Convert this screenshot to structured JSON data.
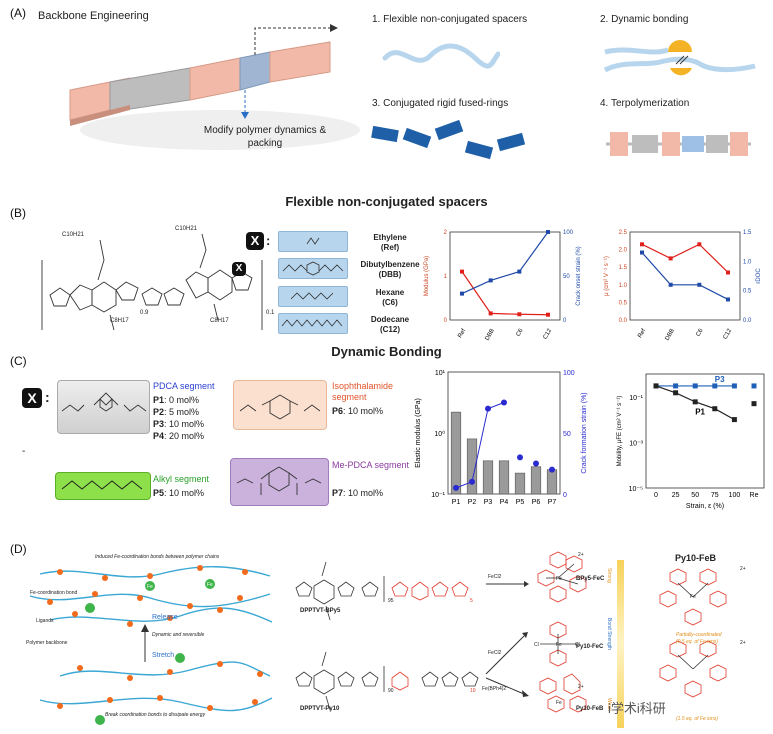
{
  "panelA": {
    "label": "(A)",
    "title": "Backbone Engineering",
    "modify_text": "Modify polymer dynamics & packing",
    "items": [
      "1. Flexible non-conjugated spacers",
      "2. Dynamic bonding",
      "3. Conjugated rigid fused-rings",
      "4. Terpolymerization"
    ]
  },
  "panelB": {
    "label": "(B)",
    "title": "Flexible non-conjugated spacers",
    "x_badge": "X",
    "x_colon": ":",
    "subscript_09": "0.9",
    "subscript_01": "0.1",
    "spacers": [
      {
        "name": "Ethylene",
        "abbr": "(Ref)"
      },
      {
        "name": "Dibutylbenzene",
        "abbr": "(DBB)"
      },
      {
        "name": "Hexane",
        "abbr": "(C6)"
      },
      {
        "name": "Dodecane",
        "abbr": "(C12)"
      }
    ],
    "chain_label_top": "C10H21",
    "chain_label_side": "C8H17"
  },
  "panelC": {
    "label": "(C)",
    "title": "Dynamic Bonding",
    "x_badge": "X",
    "x_colon": ":",
    "dash": "-",
    "pdca_title": "PDCA segment",
    "pdca_rows": [
      {
        "p": "P1",
        "v": ": 0 mol%"
      },
      {
        "p": "P2",
        "v": ": 5 mol%"
      },
      {
        "p": "P3",
        "v": ": 10 mol%"
      },
      {
        "p": "P4",
        "v": ": 20 mol%"
      }
    ],
    "alkyl_title": "Alkyl segment",
    "alkyl_row": {
      "p": "P5",
      "v": ": 10 mol%"
    },
    "iso_title": "Isophthalamide segment",
    "iso_row": {
      "p": "P6",
      "v": ": 10 mol%"
    },
    "mepdca_title": "Me-PDCA segment",
    "mepdca_row": {
      "p": "P7",
      "v": ": 10 mol%"
    }
  },
  "panelD": {
    "label": "(D)",
    "left_top_caption": "Induced Fe-coordination bonds between polymer chains",
    "fe_bond": "Fe-coordination bond",
    "ligands": "Ligands",
    "backbone": "Polymer backbone",
    "release": "Release",
    "dynamic": "Dynamic and reversible",
    "stretch": "Stretch",
    "bottom_caption": "Break coordination bonds to dissipate energy",
    "fe": "Fe",
    "poly1": "DPPTVT-BPy5",
    "poly2": "DPPTVT-Py10",
    "sub95": "95",
    "sub5": "5",
    "sub90": "90",
    "sub10": "10",
    "fecl2_top": "FeCl2",
    "fecl2_mid": "FeCl2",
    "febph": "Fe(BPh4)2",
    "c1": "BPy5-FeC",
    "c2": "Py10-FeC",
    "c3": "Py10-FeB",
    "charge": "2+",
    "cl": "Cl",
    "strong": "Strong",
    "bond_strength": "Bond Strength",
    "weak": "Weak",
    "feb_title": "Py10-FeB",
    "partial": "Partially-coordinated",
    "partial2": "(0.5 eq. of Fe ions)",
    "partial3": "(1.5 eq. of Fe ions)",
    "watermark": "i学术i科研"
  },
  "charts": {
    "B1_y_left": "Modulus (GPa)",
    "B1_y_right": "Crack onset strain (%)",
    "B2_y_left": "μ (cm² V⁻¹ s⁻¹)",
    "B2_y_right": "rDOC",
    "C1_y_left": "Elastic modulus (GPa)",
    "C1_y_right": "Crack formation strain (%)",
    "C2_y_left": "Mobility, μFE (cm² V⁻¹ s⁻¹)",
    "C2_x": "Strain, ε (%)",
    "C2_p3": "P3",
    "C2_p1": "P1"
  },
  "chart_data": [
    {
      "type": "line",
      "categories": [
        "Ref",
        "DBB",
        "C6",
        "C12"
      ],
      "series": [
        {
          "axis": "left",
          "color": "#e0201b",
          "values": [
            1.1,
            0.15,
            0.13,
            0.12
          ]
        },
        {
          "axis": "right",
          "color": "#1f4aa8",
          "values": [
            30,
            45,
            55,
            100
          ]
        }
      ],
      "ylim_left": [
        0,
        2.0
      ],
      "yticks_left": [
        "0",
        "1",
        "2"
      ],
      "ylim_right": [
        0,
        100
      ],
      "yticks_right": [
        "0",
        "50",
        "100"
      ],
      "ylabel": "Modulus (GPa)",
      "ylabel_right": "Crack onset strain (%)"
    },
    {
      "type": "line",
      "categories": [
        "Ref",
        "DBB",
        "C6",
        "C12"
      ],
      "series": [
        {
          "axis": "left",
          "color": "#e0201b",
          "values": [
            2.15,
            1.75,
            2.15,
            1.35
          ]
        },
        {
          "axis": "right",
          "color": "#1f4aa8",
          "values": [
            1.15,
            0.6,
            0.6,
            0.35
          ]
        }
      ],
      "ylim_left": [
        0,
        2.5
      ],
      "yticks_left": [
        "0.0",
        "0.5",
        "1.0",
        "1.5",
        "2.0",
        "2.5"
      ],
      "ylim_right": [
        0,
        1.5
      ],
      "yticks_right": [
        "0.0",
        "0.5",
        "1.0",
        "1.5"
      ],
      "ylabel": "μ (cm² V⁻¹ s⁻¹)",
      "ylabel_right": "rDOC"
    },
    {
      "type": "bar",
      "categories": [
        "P1",
        "P2",
        "P3",
        "P4",
        "P5",
        "P6",
        "P7"
      ],
      "values": [
        2.2,
        0.8,
        0.35,
        0.35,
        0.22,
        0.28,
        0.25
      ],
      "right_series": [
        5,
        10,
        70,
        75,
        30,
        25,
        20
      ],
      "ylim_log": [
        0.1,
        10
      ],
      "yticks_left": [
        "10⁰",
        "10¹",
        "10⁻¹"
      ],
      "ylim_right": [
        0,
        100
      ],
      "yticks_right": [
        "0",
        "50",
        "100"
      ],
      "ylabel": "Elastic modulus (GPa)",
      "ylabel_right": "Crack formation strain (%)"
    },
    {
      "type": "line",
      "x_categories": [
        "0",
        "25",
        "50",
        "75",
        "100",
        "Re"
      ],
      "series": [
        {
          "name": "P3",
          "color": "#1f5fb8",
          "values": [
            0.3,
            0.3,
            0.3,
            0.3,
            0.3,
            0.3
          ]
        },
        {
          "name": "P1",
          "color": "#222",
          "values": [
            0.3,
            0.15,
            0.06,
            0.03,
            0.01,
            0.05
          ]
        }
      ],
      "ylim_log": [
        1e-05,
        1
      ],
      "yticks": [
        "10⁻¹",
        "10⁻³",
        "10⁻⁵"
      ],
      "xlabel": "Strain, ε (%)",
      "ylabel": "Mobility, μFE (cm² V⁻¹ s⁻¹)"
    }
  ]
}
